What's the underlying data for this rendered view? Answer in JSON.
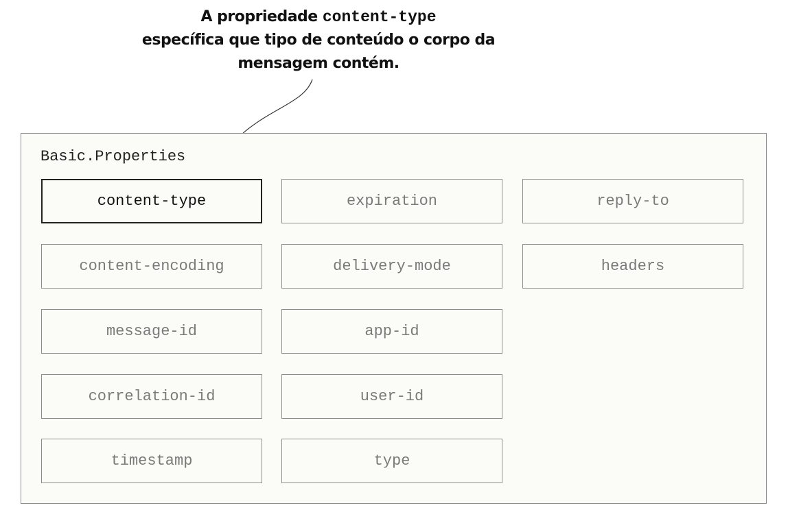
{
  "callout": {
    "line1_prefix": "A propriedade ",
    "line1_code": "content-type",
    "line2": "específica que tipo de conteúdo o corpo da",
    "line3": "mensagem contém."
  },
  "panel": {
    "title": "Basic.Properties",
    "properties": [
      {
        "label": "content-type",
        "highlighted": true
      },
      {
        "label": "expiration",
        "highlighted": false
      },
      {
        "label": "reply-to",
        "highlighted": false
      },
      {
        "label": "content-encoding",
        "highlighted": false
      },
      {
        "label": "delivery-mode",
        "highlighted": false
      },
      {
        "label": "headers",
        "highlighted": false
      },
      {
        "label": "message-id",
        "highlighted": false
      },
      {
        "label": "app-id",
        "highlighted": false
      },
      {
        "label": "correlation-id",
        "highlighted": false
      },
      {
        "label": "user-id",
        "highlighted": false
      },
      {
        "label": "timestamp",
        "highlighted": false
      },
      {
        "label": "type",
        "highlighted": false
      }
    ]
  }
}
